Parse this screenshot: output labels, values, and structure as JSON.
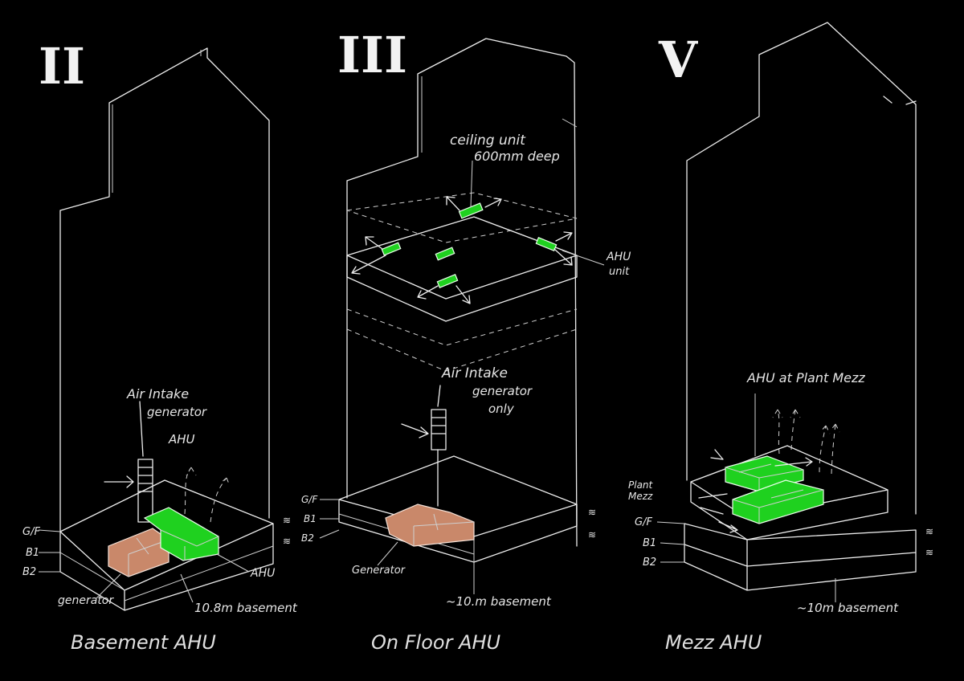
{
  "panels": [
    {
      "numeral": "II",
      "caption": "Basement AHU",
      "labels": {
        "intake1": "Air Intake",
        "intake2": "generator",
        "intake3": "AHU",
        "gf": "G/F",
        "b1": "B1",
        "b2": "B2",
        "generator": "generator",
        "ahu": "AHU",
        "basement": "10.8m basement"
      }
    },
    {
      "numeral": "III",
      "caption": "On Floor AHU",
      "labels": {
        "ceiling1": "ceiling unit",
        "ceiling2": "600mm deep",
        "ahu1": "AHU",
        "ahu2": "unit",
        "intake1": "Air Intake",
        "intake2": "generator",
        "intake3": "only",
        "gf": "G/F",
        "b1": "B1",
        "b2": "B2",
        "generator": "Generator",
        "basement": "~10.m basement"
      }
    },
    {
      "numeral": "V",
      "caption": "Mezz AHU",
      "labels": {
        "ahu_mezz": "AHU at Plant Mezz",
        "plant1": "Plant",
        "plant2": "Mezz",
        "gf": "G/F",
        "b1": "B1",
        "b2": "B2",
        "basement": "~10m basement"
      }
    }
  ],
  "colors": {
    "background": "#000000",
    "ahu_green": "#1fd11f",
    "generator_brown": "#c9886a",
    "line": "#ededed"
  }
}
